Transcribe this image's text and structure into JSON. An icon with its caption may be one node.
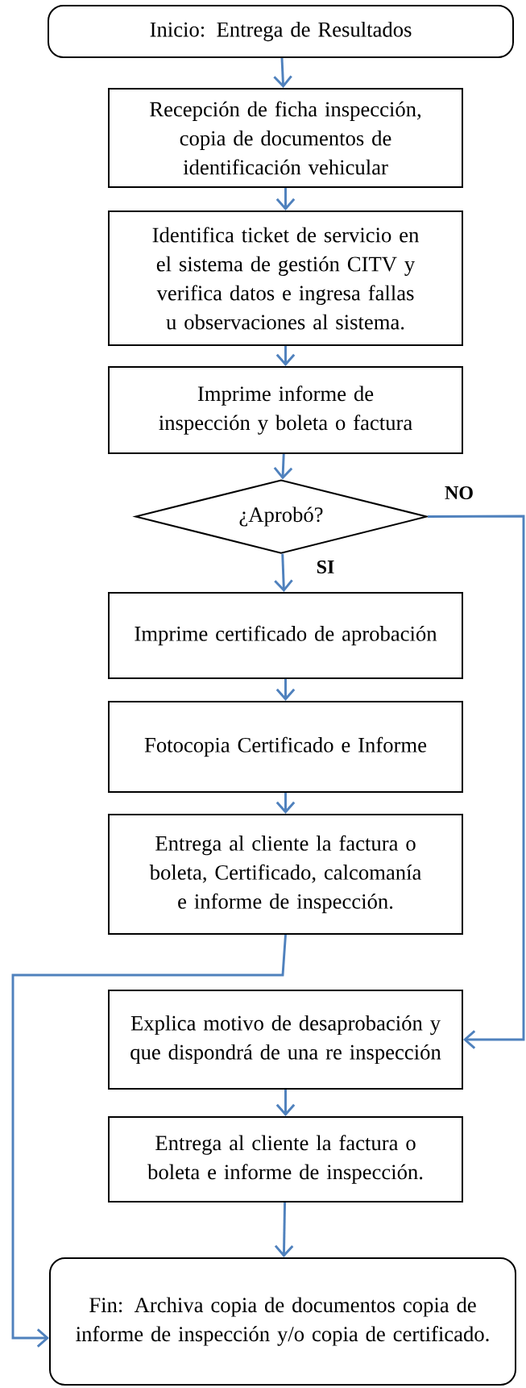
{
  "diagram": {
    "nodes": [
      {
        "text": [
          "Inicio: Entrega de Resultados"
        ]
      },
      {
        "text": [
          "Recepción de ficha inspección, copia de documentos de identificación vehicular"
        ]
      },
      {
        "text": [
          "Identifica ticket de servicio en el sistema de gestión CITV y verifica datos e ingresa fallas u observaciones al sistema."
        ]
      },
      {
        "text": [
          "Imprime informe de inspección y boleta o factura"
        ]
      },
      {
        "text": [
          "¿Aprobó?"
        ]
      },
      {
        "text": [
          "Imprime certificado de aprobación"
        ]
      },
      {
        "text": [
          "Fotocopia Certificado e Informe"
        ]
      },
      {
        "text": [
          "Entrega al cliente la factura o boleta, Certificado, calcomanía e informe de inspección."
        ]
      },
      {
        "text": [
          "Explica motivo de desaprobación y que dispondrá de una re inspección"
        ]
      },
      {
        "text": [
          "Entrega al cliente la factura o boleta e informe de inspección."
        ]
      },
      {
        "text": [
          "Fin: Archiva copia de documentos copia de informe de inspección y/o copia de certificado."
        ]
      }
    ],
    "edges": [
      {
        "from": 0,
        "to": 1,
        "arrow": "to"
      },
      {
        "from": 1,
        "to": 2,
        "arrow": "to"
      },
      {
        "from": 2,
        "to": 3,
        "arrow": "to"
      },
      {
        "from": 3,
        "to": 4,
        "arrow": "to"
      },
      {
        "from": 4,
        "to": 5,
        "arrow": "to",
        "label": "SI"
      },
      {
        "from": 5,
        "to": 6,
        "arrow": "to"
      },
      {
        "from": 6,
        "to": 7,
        "arrow": "to"
      },
      {
        "from": 7,
        "to": 10,
        "arrow": "to"
      },
      {
        "from": 4,
        "to": 8,
        "arrow": "to",
        "label": "NO"
      },
      {
        "from": 8,
        "to": 9,
        "arrow": "to"
      },
      {
        "from": 9,
        "to": 10,
        "arrow": "to"
      }
    ]
  }
}
